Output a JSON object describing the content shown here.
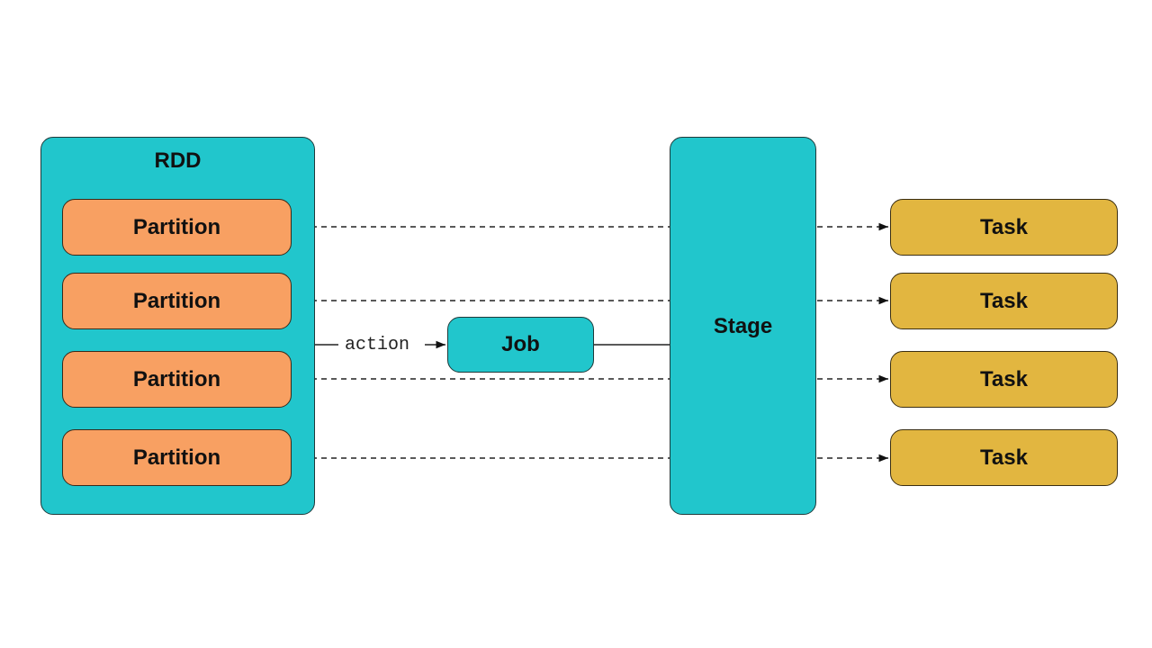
{
  "diagram": {
    "rdd": {
      "label": "RDD",
      "color": "#21c6cc"
    },
    "partitions": [
      {
        "label": "Partition"
      },
      {
        "label": "Partition"
      },
      {
        "label": "Partition"
      },
      {
        "label": "Partition"
      }
    ],
    "action_label": "action",
    "job": {
      "label": "Job",
      "color": "#21c6cc"
    },
    "stage": {
      "label": "Stage",
      "color": "#21c6cc"
    },
    "tasks": [
      {
        "label": "Task"
      },
      {
        "label": "Task"
      },
      {
        "label": "Task"
      },
      {
        "label": "Task"
      }
    ],
    "colors": {
      "partition": "#f8a062",
      "task": "#e2b640"
    }
  }
}
